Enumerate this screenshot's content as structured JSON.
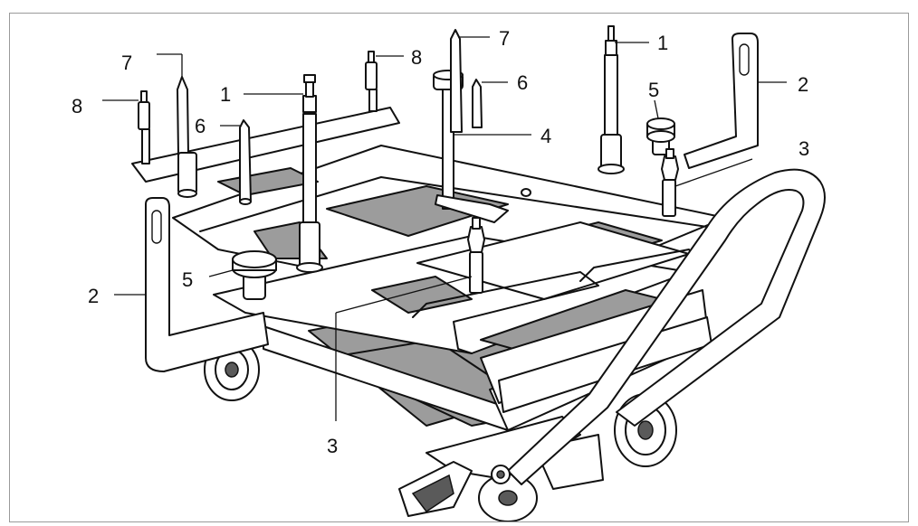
{
  "figure": {
    "callouts": {
      "c1_left": "1",
      "c1_right": "1",
      "c2_left": "2",
      "c2_right": "2",
      "c3_right": "3",
      "c3_bottom": "3",
      "c4": "4",
      "c5_left": "5",
      "c5_right": "5",
      "c6_left": "6",
      "c6_right": "6",
      "c7_left": "7",
      "c7_right": "7",
      "c8_left": "8",
      "c8_right": "8"
    }
  }
}
